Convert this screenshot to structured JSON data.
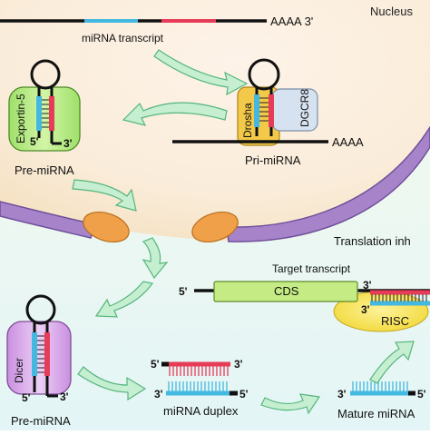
{
  "labels": {
    "nucleus": "Nucleus",
    "mirna_transcript": "miRNA transcript",
    "transcript_tail": "AAAA 3'",
    "pri_tail": "AAAA",
    "exportin": "Exportin-5",
    "drosha": "Drosha",
    "dgcr8": "DGCR8",
    "pri_mirna": "Pri-miRNA",
    "pre_mirna_nuclear": "Pre-miRNA",
    "pre_mirna_cyto": "Pre-miRNA",
    "dicer": "Dicer",
    "translation": "Translation inh",
    "target_transcript": "Target transcript",
    "cds": "CDS",
    "risc": "RISC",
    "mirna_duplex": "miRNA duplex",
    "mature_mirna": "Mature miRNA",
    "end_5": "5'",
    "end_3": "3'"
  },
  "colors": {
    "nucleus_fill": "#fbeedd",
    "envelope": "#a783c9",
    "pore": "#f0a048",
    "cyto_top": "#f7fbee",
    "cyto_bottom": "#e5f6f6",
    "blue_strand": "#43b8e0",
    "red_strand": "#e63c58",
    "yellow_strand": "#f5dd2a",
    "green_protein": "#b7ea7a",
    "drosha_fill": "#f3c94a",
    "dgcr8_fill": "#d7e2f1",
    "dicer_fill": "#d7a8e8",
    "risc_fill": "#f8e45c",
    "cds_fill": "#c5ec84",
    "arrow_fill": "#c6eed1",
    "arrow_stroke": "#55b67c"
  }
}
